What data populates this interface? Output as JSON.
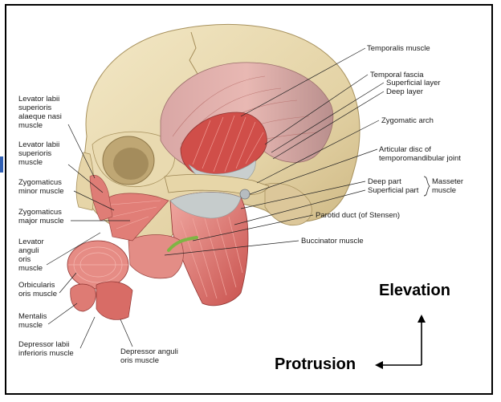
{
  "labels_left": [
    {
      "id": "levator-labii-sup-alaeque",
      "text": "Levator labii\nsuperioris\nalaeque nasi\nmuscle"
    },
    {
      "id": "levator-labii-sup",
      "text": "Levator labii\nsuperioris\nmuscle"
    },
    {
      "id": "zygomaticus-minor",
      "text": "Zygomaticus\nminor muscle"
    },
    {
      "id": "zygomaticus-major",
      "text": "Zygomaticus\nmajor muscle"
    },
    {
      "id": "levator-anguli-oris",
      "text": "Levator\nanguli\noris\nmuscle"
    },
    {
      "id": "orbicularis-oris",
      "text": "Orbicularis\noris muscle"
    },
    {
      "id": "mentalis",
      "text": "Mentalis\nmuscle"
    },
    {
      "id": "depressor-labii-inf",
      "text": "Depressor labii\ninferioris muscle"
    }
  ],
  "labels_bottom": [
    {
      "id": "depressor-anguli-oris",
      "text": "Depressor anguli\noris muscle"
    }
  ],
  "labels_right": [
    {
      "id": "temporalis",
      "text": "Temporalis muscle"
    },
    {
      "id": "temporal-fascia",
      "text": "Temporal fascia"
    },
    {
      "id": "superficial-layer",
      "text": "Superficial layer"
    },
    {
      "id": "deep-layer",
      "text": "Deep layer"
    },
    {
      "id": "zygomatic-arch",
      "text": "Zygomatic arch"
    },
    {
      "id": "articular-disc",
      "text": "Articular disc of\ntemporomandibular joint"
    },
    {
      "id": "deep-part",
      "text": "Deep part"
    },
    {
      "id": "superficial-part",
      "text": "Superficial part"
    },
    {
      "id": "parotid-duct",
      "text": "Parotid duct (of Stensen)"
    },
    {
      "id": "buccinator",
      "text": "Buccinator muscle"
    }
  ],
  "masseter_brace_label": "Masseter\nmuscle",
  "arrows": {
    "elevation": "Elevation",
    "protrusion": "Protrusion"
  },
  "colors": {
    "bone": "#e9dcb6",
    "bone_shadow": "#c9b684",
    "muscle": "#d9706c",
    "muscle_light": "#ec9d97",
    "fascia": "#b8c2c4",
    "tendon": "#c9cfcf",
    "duct": "#9acb5b",
    "leader": "#222222"
  }
}
